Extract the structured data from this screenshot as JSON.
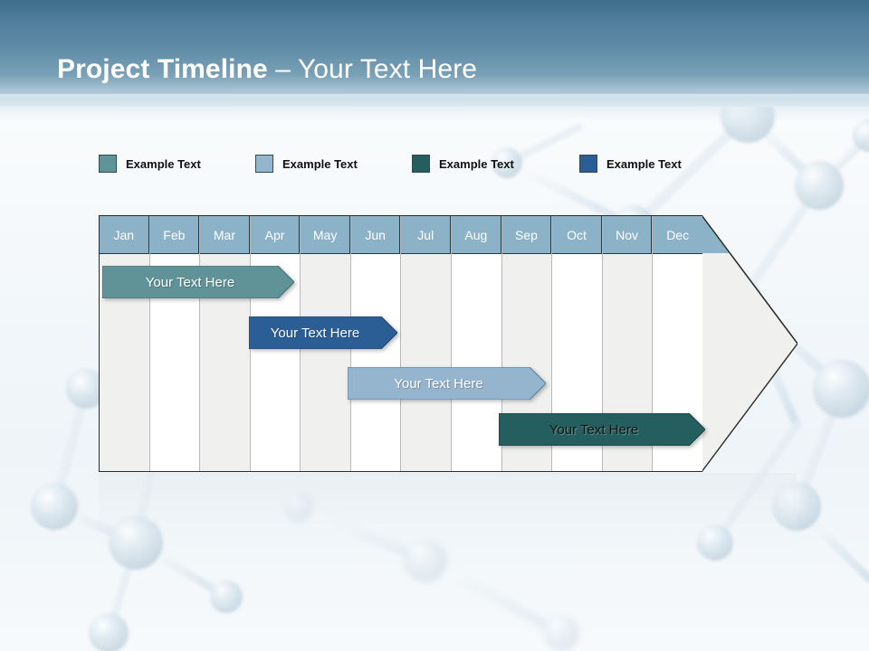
{
  "slide": {
    "title_strong": "Project Timeline",
    "title_light": " – Your Text Here"
  },
  "legend": {
    "items": [
      {
        "label": "Example Text",
        "color": "#5f9398",
        "x": 0
      },
      {
        "label": "Example Text",
        "color": "#95b5cf",
        "x": 173
      },
      {
        "label": "Example Text",
        "color": "#245e5e",
        "x": 346
      },
      {
        "label": "Example Text",
        "color": "#2c5e96",
        "x": 531
      }
    ]
  },
  "chart_data": {
    "type": "bar",
    "title": "Project Timeline",
    "xlabel": "",
    "ylabel": "",
    "orientation": "horizontal",
    "grid": true,
    "legend_position": "top",
    "categories": [
      "Jan",
      "Feb",
      "Mar",
      "Apr",
      "May",
      "Jun",
      "Jul",
      "Aug",
      "Sep",
      "Oct",
      "Nov",
      "Dec"
    ],
    "x": [
      1,
      2,
      3,
      4,
      5,
      6,
      7,
      8,
      9,
      10,
      11,
      12
    ],
    "xlim": [
      1,
      13
    ],
    "tasks": [
      {
        "label": "Your  Text Here",
        "color": "#5f9398",
        "border": "#3f6f73",
        "text_color": "light",
        "start_month": "Jan",
        "end_month": "Apr",
        "start_index": 0,
        "end_index": 3.55,
        "row": 1
      },
      {
        "label": "Your  Text Here",
        "color": "#2c5e96",
        "border": "#1e4370",
        "text_color": "light",
        "start_month": "Apr",
        "end_month": "Jun",
        "start_index": 3.0,
        "end_index": 6.0,
        "row": 2
      },
      {
        "label": "Your  Text Here",
        "color": "#95b5cf",
        "border": "#5a7f9c",
        "text_color": "light",
        "start_month": "Jun",
        "end_month": "Sep",
        "start_index": 5.0,
        "end_index": 8.9,
        "row": 3
      },
      {
        "label": "Your  Text Here",
        "color": "#245e5e",
        "border": "#16403f",
        "text_color": "dark",
        "start_month": "Sep",
        "end_month": "Dec",
        "start_index": 8.0,
        "end_index": 12.0,
        "row": 4
      }
    ]
  },
  "colors": {
    "header_gradient_top": "#3f6e8d",
    "header_gradient_bottom": "#e6eff5",
    "month_header": "#8cb2c8",
    "stripe": "#f0f0ef",
    "chart_border": "#2b2b2b",
    "arrow_fill": "#f0f0ef"
  }
}
